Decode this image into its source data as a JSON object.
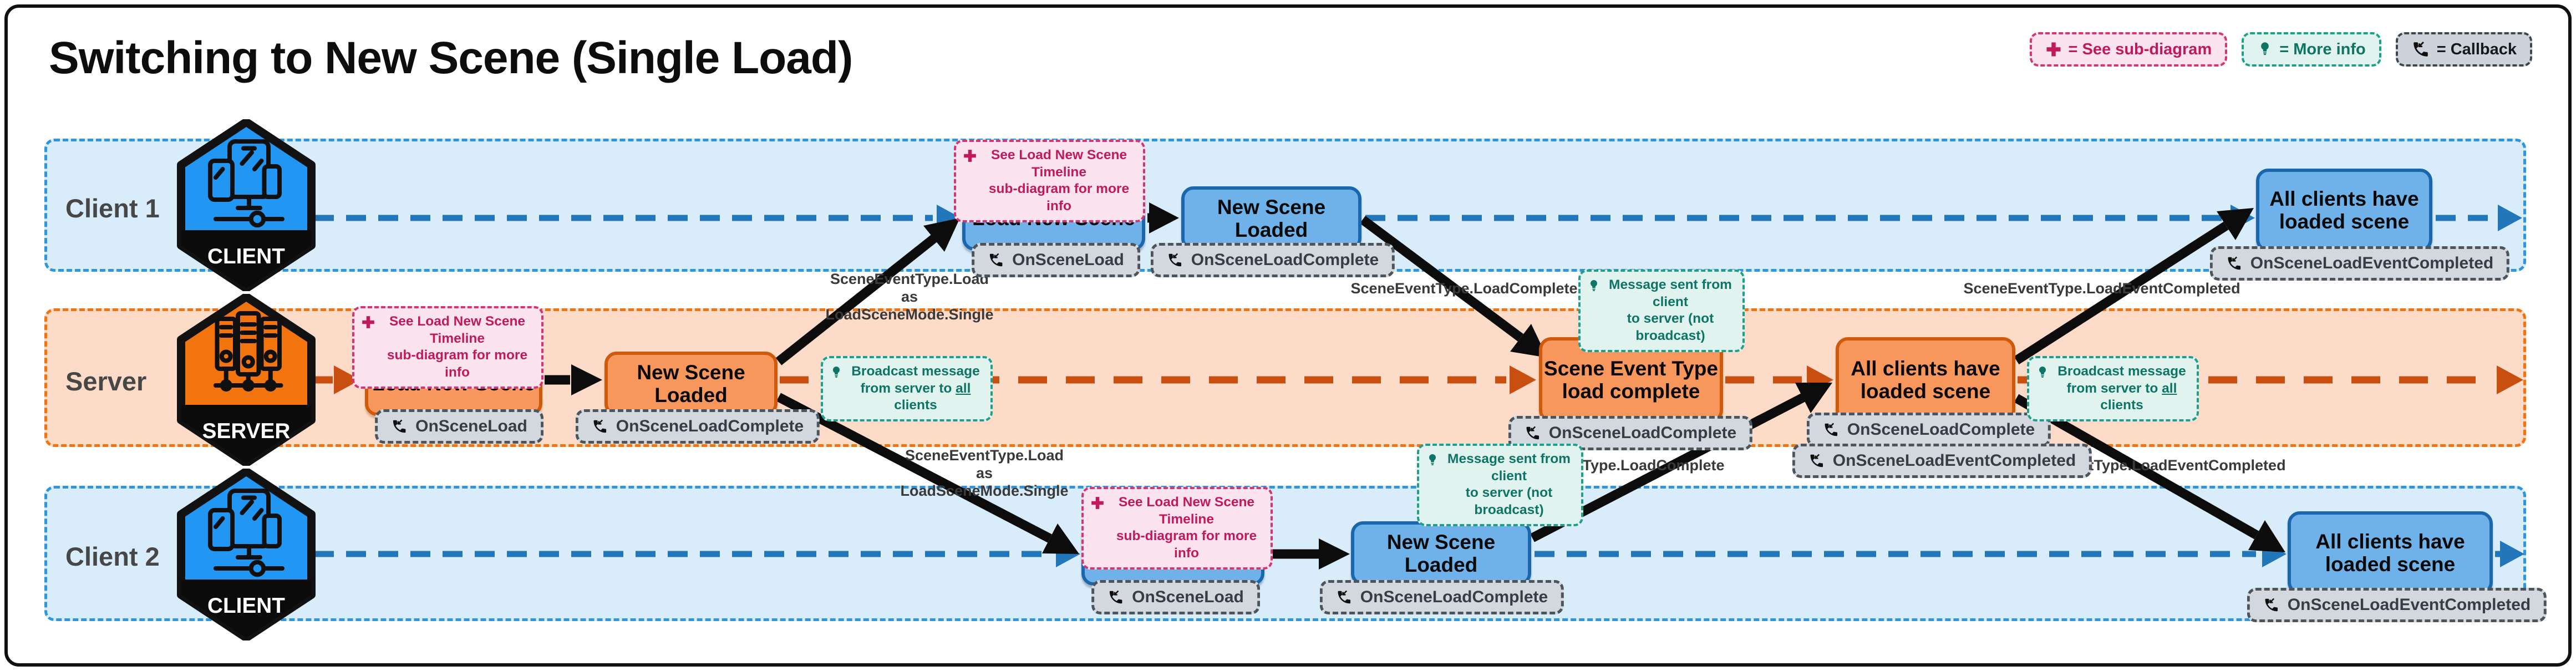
{
  "title": "Switching to New Scene (Single Load)",
  "legend": [
    {
      "icon": "plus-icon",
      "label": "= See sub-diagram"
    },
    {
      "icon": "bulb-icon",
      "label": "= More info"
    },
    {
      "icon": "phone-icon",
      "label": "= Callback"
    }
  ],
  "lanes": {
    "client1": {
      "label": "Client 1",
      "badge": "CLIENT"
    },
    "server": {
      "label": "Server",
      "badge": "SERVER"
    },
    "client2": {
      "label": "Client 2",
      "badge": "CLIENT"
    }
  },
  "boxes": {
    "load_new_scene": "Load New Scene",
    "new_scene_loaded": "New Scene Loaded",
    "scene_event_type_load_complete": "Scene Event Type\nload complete",
    "all_clients_loaded": "All clients have\nloaded scene"
  },
  "callbacks": {
    "on_scene_load": "OnSceneLoad",
    "on_scene_load_complete": "OnSceneLoadComplete",
    "on_scene_load_event_completed": "OnSceneLoadEventCompleted"
  },
  "notes": {
    "sub_diagram": "See Load New Scene Timeline\nsub-diagram for more info",
    "broadcast": {
      "pre": "Broadcast message\nfrom server to ",
      "underline": "all",
      "post": " clients"
    },
    "client_to_server": "Message sent from client\nto server (not broadcast)"
  },
  "labels": {
    "load_single": "SceneEventType.Load\nas\nLoadSceneMode.Single",
    "load_complete": "SceneEventType.LoadComplete",
    "load_event_completed": "SceneEventType.LoadEventCompleted"
  },
  "colors": {
    "client_accent": "#2196f3",
    "client_lane_bg": "#d9ecfa",
    "client_box": "#6fb2ea",
    "server_accent": "#f1740f",
    "server_lane_bg": "#fcdcc8",
    "server_box": "#f8975b",
    "pink_note": "#d63472",
    "teal_note": "#1e9e8b",
    "callback_gray": "#d3d8df",
    "arrow_black": "#0c0c0c"
  }
}
